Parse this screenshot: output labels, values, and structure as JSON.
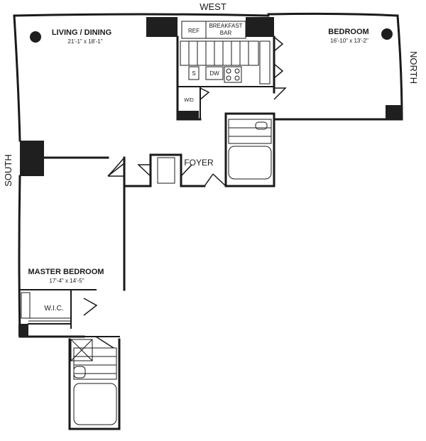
{
  "compass": {
    "west": "WEST",
    "north": "NORTH",
    "south": "SOUTH"
  },
  "rooms": {
    "living": {
      "name": "LIVING / DINING",
      "dims": "21'-1\" x 18'-1\""
    },
    "bedroom": {
      "name": "BEDROOM",
      "dims": "16'-10\" x 13'-2\""
    },
    "master": {
      "name": "MASTER BEDROOM",
      "dims": "17'-4\" x 14'-5\""
    },
    "foyer": {
      "name": "FOYER"
    }
  },
  "kitchen": {
    "ref": "REF",
    "breakfast_1": "BREAKFAST",
    "breakfast_2": "BAR",
    "sink": "S",
    "dw": "DW"
  },
  "labels": {
    "wd": "W/D",
    "wic": "W.I.C."
  },
  "colors": {
    "line": "#1a1a1a",
    "column": "#1f1f1f",
    "paper": "#ffffff"
  }
}
